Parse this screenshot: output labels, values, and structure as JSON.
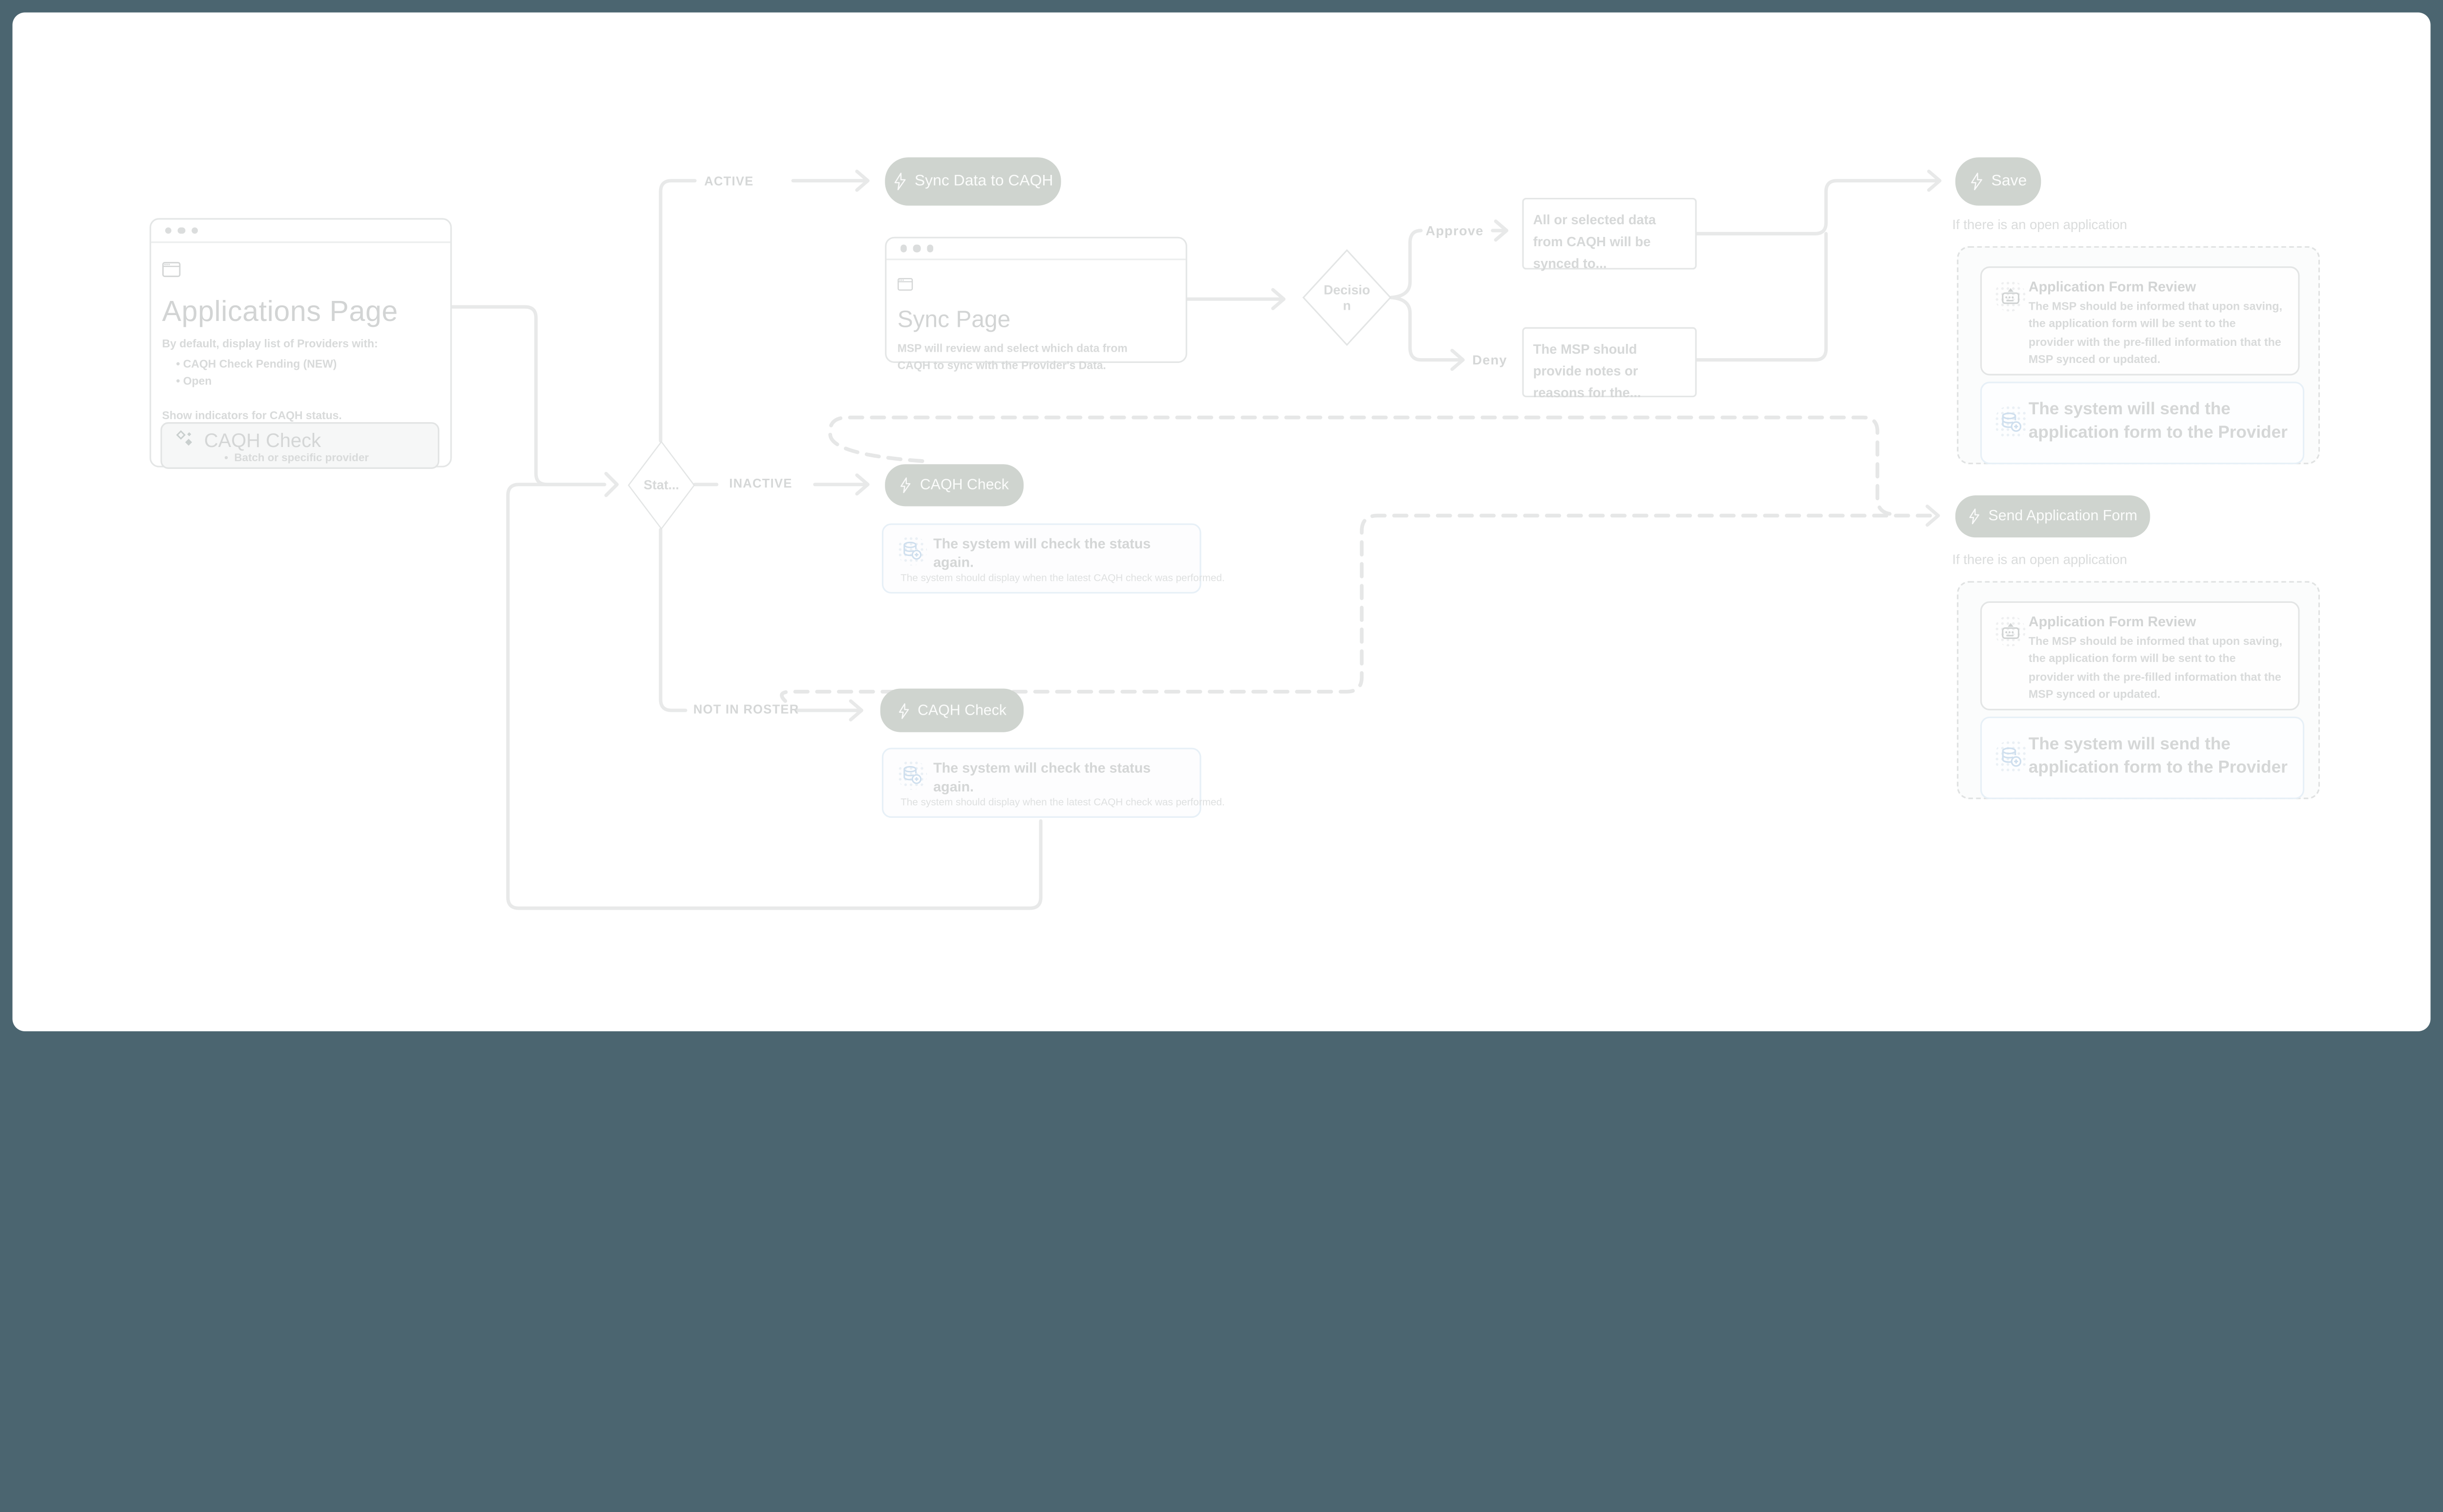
{
  "colors": {
    "frame": "#4b6570",
    "pill": "#cfd4cf",
    "line": "#e8e9e9",
    "border": "#e4e6e6",
    "border_blue": "#e7f0f7",
    "icon_blue": "#cfdfee",
    "text_strong": "#d2d4d4",
    "text": "#d8dada",
    "text_soft": "#dee0e0",
    "canvas": "#ffffff"
  },
  "apps_card": {
    "title": "Applications Page",
    "intro": "By default, display list of Providers with:",
    "bullets": [
      "CAQH Check Pending (NEW)",
      "Open"
    ],
    "footer": "Show indicators for CAQH status."
  },
  "caqh_check_box": {
    "title": "CAQH Check",
    "bullet": "Batch or specific provider"
  },
  "sync_card": {
    "title": "Sync Page",
    "body": "MSP will review and select which data from CAQH to sync with the Provider's Data."
  },
  "pills": {
    "sync_data": "Sync Data to CAQH",
    "save": "Save",
    "caqh_check": "CAQH Check",
    "send_form": "Send Application Form"
  },
  "labels": {
    "active": "ACTIVE",
    "inactive": "INACTIVE",
    "not_in_roster": "NOT IN ROSTER",
    "approve": "Approve",
    "deny": "Deny"
  },
  "diamonds": {
    "decision": "Decision",
    "status": "Stat..."
  },
  "notes": {
    "approve": "All or selected data from CAQH will be synced to...",
    "deny": "The MSP should provide notes or reasons for the..."
  },
  "check_note": {
    "title": "The system will check the status again.",
    "caption": "The system should display when the latest CAQH check was performed."
  },
  "open_app": {
    "heading": "If there is an open application",
    "review_title": "Application Form Review",
    "review_body": "The MSP should be informed that upon saving, the application form will be sent to the provider with the pre-filled information that the MSP synced or updated.",
    "send_note": "The system will send the application form to the Provider"
  }
}
